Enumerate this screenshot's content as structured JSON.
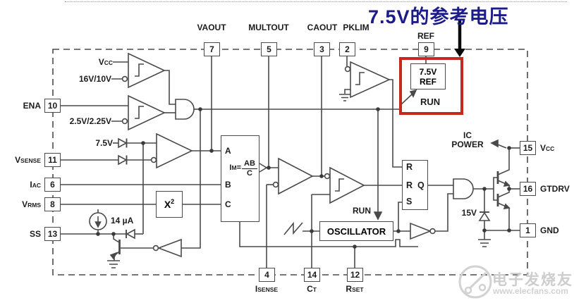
{
  "annotation": {
    "title": "7.5V的参考电压",
    "color": "#1b1b8a"
  },
  "highlight": {
    "color": "#c5281c"
  },
  "pins": {
    "vaout": {
      "num": "7",
      "pre": "VAOUT",
      "sub": ""
    },
    "multout": {
      "num": "5",
      "pre": "MULTOUT",
      "sub": ""
    },
    "caout": {
      "num": "3",
      "pre": "CAOUT",
      "sub": ""
    },
    "pklim": {
      "num": "2",
      "pre": "PKLIM",
      "sub": ""
    },
    "ref": {
      "num": "9",
      "pre": "REF",
      "sub": ""
    },
    "ena": {
      "num": "10",
      "pre": "ENA",
      "sub": ""
    },
    "vsense": {
      "num": "11",
      "pre": "V",
      "sub": "SENSE"
    },
    "iac": {
      "num": "6",
      "pre": "I",
      "sub": "AC"
    },
    "vrms": {
      "num": "8",
      "pre": "V",
      "sub": "RMS"
    },
    "ss": {
      "num": "13",
      "pre": "SS",
      "sub": ""
    },
    "vcc": {
      "num": "15",
      "pre": "V",
      "sub": "CC"
    },
    "gtdrv": {
      "num": "16",
      "pre": "GTDRV",
      "sub": ""
    },
    "gnd": {
      "num": "1",
      "pre": "GND",
      "sub": ""
    },
    "isense": {
      "num": "4",
      "pre": "I",
      "sub": "SENSE"
    },
    "ct": {
      "num": "14",
      "pre": "C",
      "sub": "T"
    },
    "rset": {
      "num": "12",
      "pre": "R",
      "sub": "SET"
    }
  },
  "labels": {
    "vcc_pre": "V",
    "vcc_sub": "CC",
    "uvlo": "16V/10V",
    "ena_thresh": "2.5V/2.25V",
    "ref_voltage": "7.5V",
    "ss_current": "14 µA",
    "run_ref": "RUN",
    "run_osc": "RUN",
    "ic_power_1": "IC",
    "ic_power_2": "POWER",
    "zener": "15V"
  },
  "blocks": {
    "ref_1": "7.5V",
    "ref_2": "REF",
    "oscillator": "OSCILLATOR",
    "squarer_base": "X",
    "squarer_exp": "2",
    "mult_a": "A",
    "mult_b": "B",
    "mult_c": "C",
    "mult_out_pre": "I",
    "mult_out_sub": "M",
    "mult_eq": "=",
    "mult_num": "AB",
    "mult_den": "C",
    "ff_r1": "R",
    "ff_r2": "R",
    "ff_q": "Q",
    "ff_s": "S"
  },
  "watermark": {
    "name": "电子发烧友",
    "url": "www.elecfans.com"
  }
}
